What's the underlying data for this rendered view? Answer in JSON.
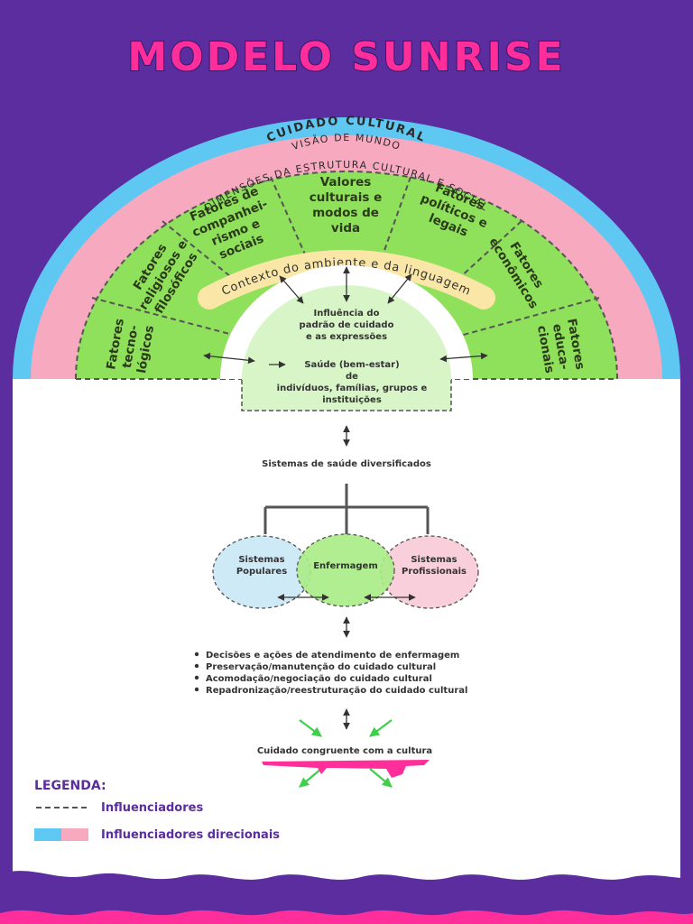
{
  "title": "MODELO SUNRISE",
  "arcs": {
    "outer": "CUIDADO CULTURAL",
    "second": "VISÃO DE MUNDO",
    "third": "DIMENSÕES DA ESTRUTURA CULTURAL E SOCIAL"
  },
  "factors": {
    "tecnologicos": [
      "Fatores",
      "tecno-",
      "lógicos"
    ],
    "religiosos": [
      "Fatores",
      "religiosos e",
      "filosóficos"
    ],
    "companheirismo": [
      "Fatores de",
      "companhei-",
      "rismo e",
      "sociais"
    ],
    "valores": [
      "Valores",
      "culturais e",
      "modos de",
      "vida"
    ],
    "politicos": [
      "Fatores",
      "políticos e",
      "legais"
    ],
    "economicos": [
      "Fatores",
      "econômicos"
    ],
    "educacionais": [
      "Fatores",
      "educa-",
      "cionais"
    ]
  },
  "context": "Contexto do ambiente e da linguagem",
  "inner": {
    "influence": [
      "Influência do",
      "padrão de cuidado",
      "e as expressões"
    ],
    "health": [
      "Saúde (bem-estar)",
      "de",
      "indivíduos, famílias, grupos e",
      "instituições"
    ]
  },
  "systems_title": "Sistemas de saúde diversificados",
  "systems": {
    "popular": [
      "Sistemas",
      "Populares"
    ],
    "nursing": "Enfermagem",
    "professional": [
      "Sistemas",
      "Profissionais"
    ]
  },
  "decisions": [
    "Decisões e ações de atendimento de enfermagem",
    "Preservação/manutenção do cuidado cultural",
    "Acomodação/negociação do cuidado cultural",
    "Repadronização/reestruturação do cuidado cultural"
  ],
  "outcome": "Cuidado congruente com a cultura",
  "legend": {
    "title": "LEGENDA:",
    "dashed": "Influenciadores",
    "directional": "Influenciadores direcionais"
  },
  "colors": {
    "background": "#5b2d9e",
    "blue": "#5ec8f2",
    "pink": "#f7a9bf",
    "green": "#8fe05a",
    "magenta": "#ff2e9a",
    "arrow_green": "#3fcf4a"
  }
}
